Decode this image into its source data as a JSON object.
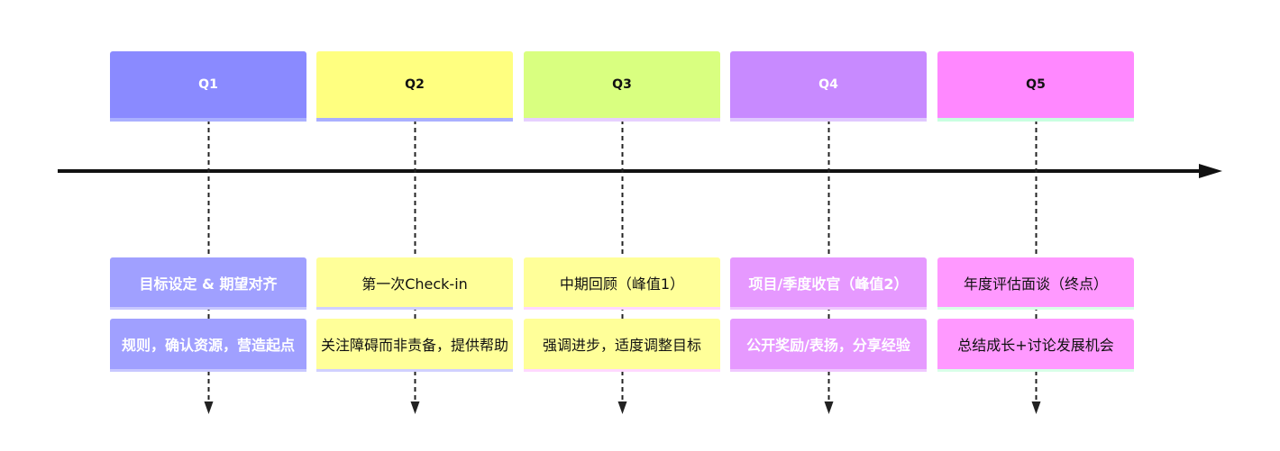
{
  "columns": [
    {
      "quarter": "Q1",
      "title": "目标设定 & 期望对齐",
      "description": "规则，确认资源，营造起点",
      "head_color": "#8a8aff",
      "head_underline": "#aab0ff",
      "card_color": "#a0a0ff",
      "card_underline": "#c8c8ff",
      "text_style": "light"
    },
    {
      "quarter": "Q2",
      "title": "第一次Check-in",
      "description": "关注障碍而非责备，提供帮助",
      "head_color": "#ffff80",
      "head_underline": "#aab0ff",
      "card_color": "#ffff99",
      "card_underline": "#d0d0ff",
      "text_style": "dark"
    },
    {
      "quarter": "Q3",
      "title": "中期回顾（峰值1）",
      "description": "强调进步，适度调整目标",
      "head_color": "#d9ff80",
      "head_underline": "#e6d0ff",
      "card_color": "#ffff99",
      "card_underline": "#ffd8ff",
      "text_style": "dark"
    },
    {
      "quarter": "Q4",
      "title": "项目/季度收官（峰值2）",
      "description": "公开奖励/表扬，分享经验",
      "head_color": "#c88aff",
      "head_underline": "#e0c8ff",
      "card_color": "#e699ff",
      "card_underline": "#f0c8ff",
      "text_style": "light"
    },
    {
      "quarter": "Q5",
      "title": "年度评估面谈（终点）",
      "description": "总结成长+讨论发展机会",
      "head_color": "#ff88ff",
      "head_underline": "#c8ffe0",
      "card_color": "#ff99ff",
      "card_underline": "#d8ffe8",
      "text_style": "dark"
    }
  ],
  "timeline_color": "#111111",
  "connector_color": "#222222"
}
